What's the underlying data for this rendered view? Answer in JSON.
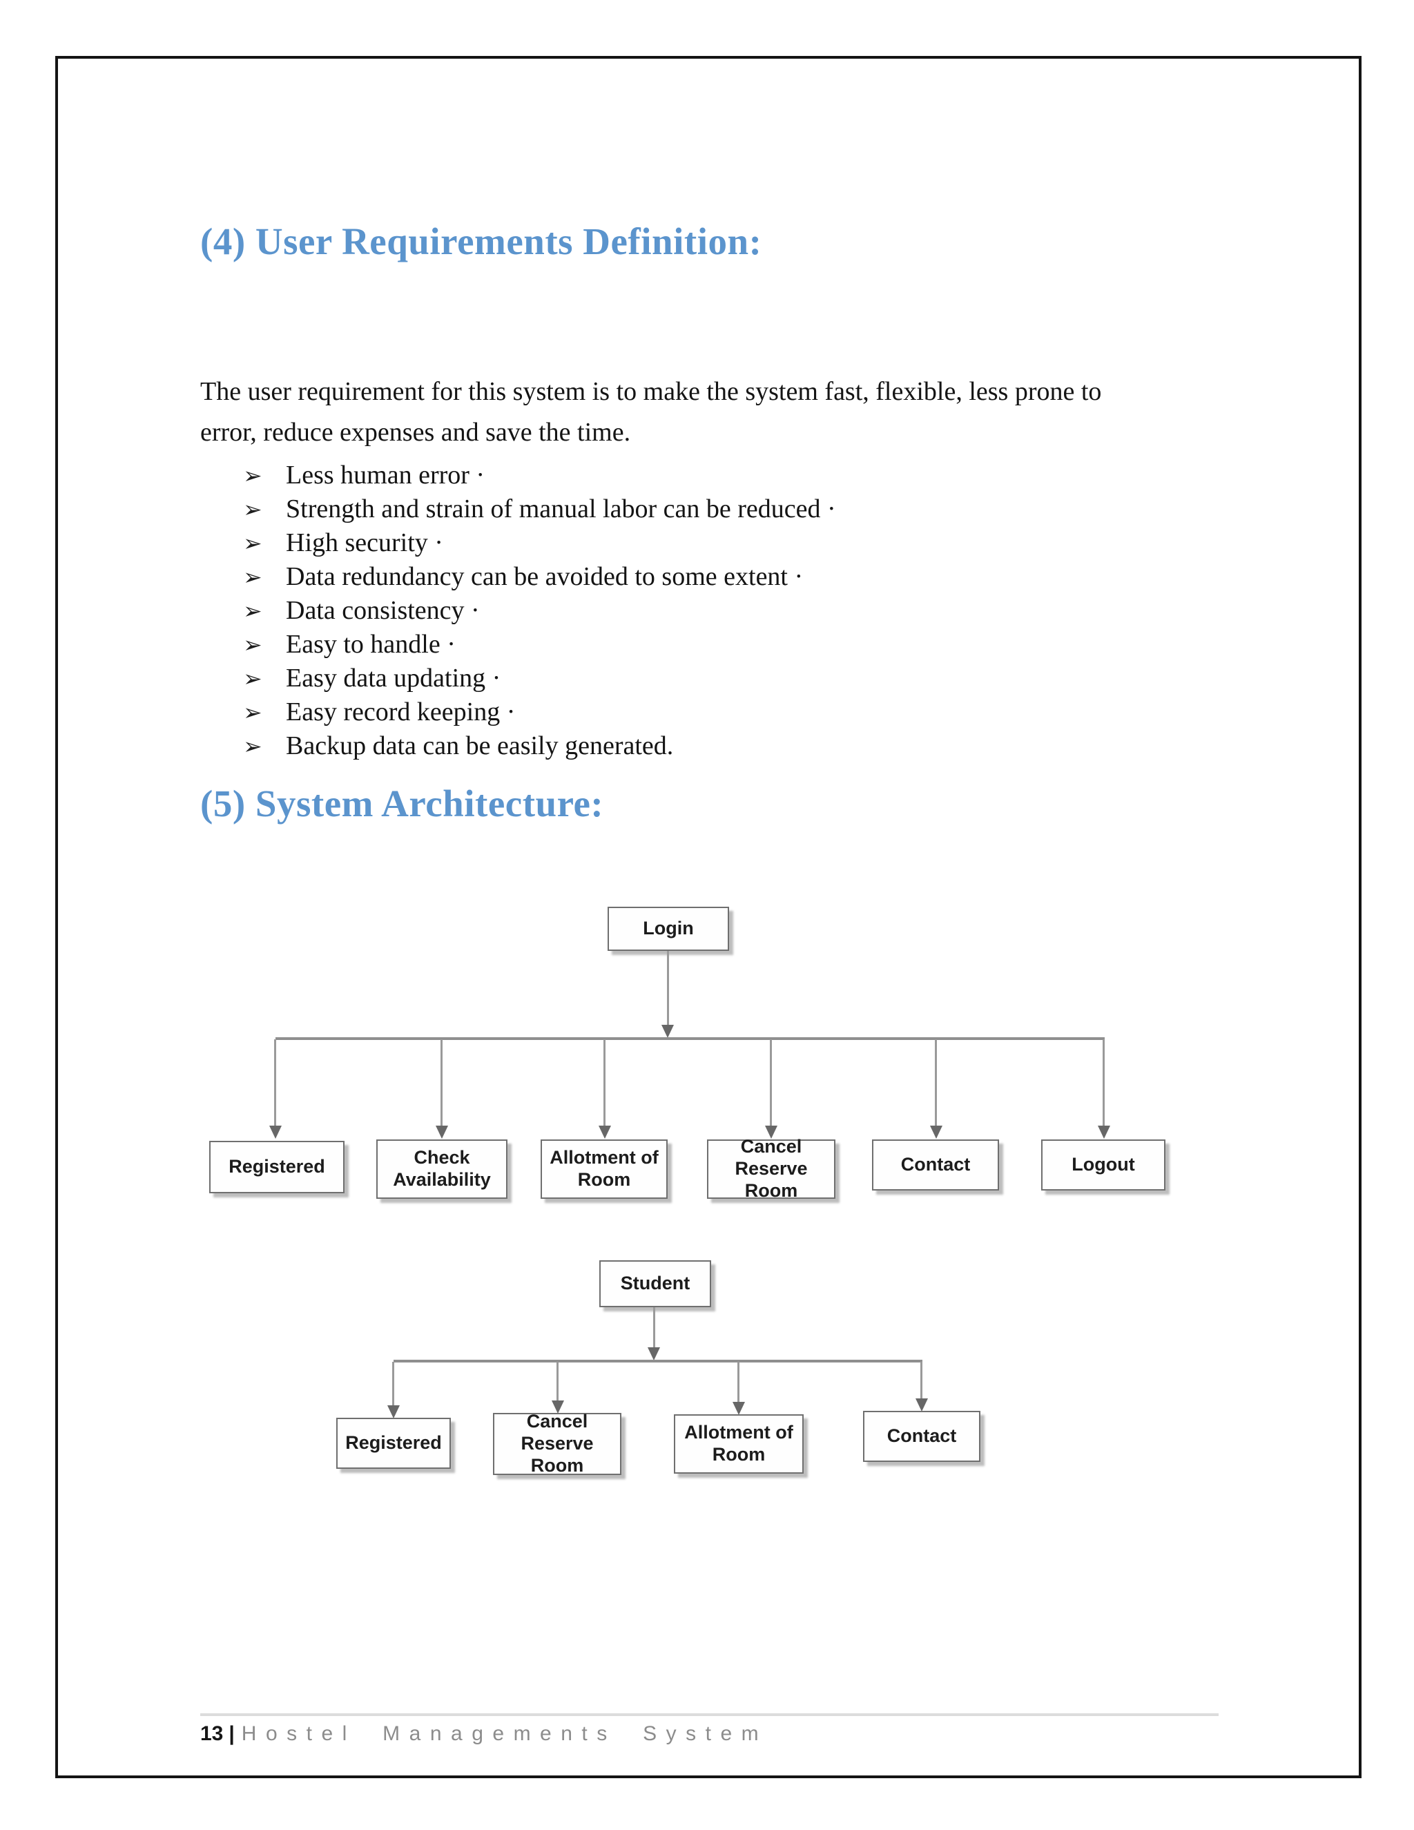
{
  "page": {
    "heading_requirements": "(4) User Requirements Definition:",
    "intro_paragraph": "The user requirement for this system is to make the system fast, flexible, less prone to error, reduce expenses and save the time.",
    "bullet_marker": "➢",
    "requirements": [
      "Less human error ·",
      "Strength and strain of manual labor can be reduced ·",
      "High security ·",
      "Data redundancy can be avoided to some extent ·",
      "Data consistency ·",
      "Easy to handle ·",
      "Easy data updating ·",
      "Easy record keeping ·",
      "Backup data can be easily generated."
    ],
    "heading_architecture": "(5) System Architecture:"
  },
  "diagram": {
    "admin_tree": {
      "root": "Login",
      "children": [
        "Registered",
        "Check\nAvailability",
        "Allotment of\nRoom",
        "Cancel\nReserve Room",
        "Contact",
        "Logout"
      ]
    },
    "student_tree": {
      "root": "Student",
      "children": [
        "Registered",
        "Cancel\nReserve Room",
        "Allotment of\nRoom",
        "Contact"
      ]
    }
  },
  "footer": {
    "page_number": "13",
    "separator": "|",
    "document_title": "Hostel Managements System"
  },
  "colors": {
    "heading_blue": "#5b94cd",
    "connector_gray": "#8f8f8f",
    "footer_gray": "#8c8c8c"
  }
}
